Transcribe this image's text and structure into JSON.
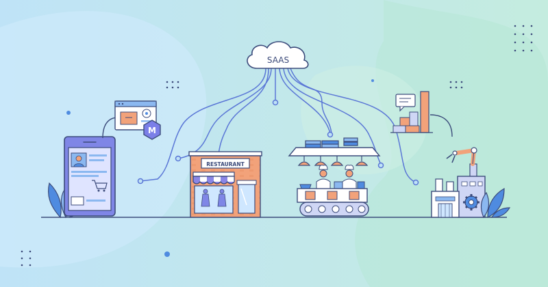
{
  "cloud": {
    "label": "SAAS"
  },
  "restaurant": {
    "sign": "RESTAURANT"
  },
  "badge": {
    "letter": "M"
  },
  "colors": {
    "background_left": "#bfe3f7",
    "background_right": "#bfeadb",
    "outline": "#3b4a7a",
    "connector": "#5a76d6",
    "brick": "#f2a27a",
    "brick_dark": "#e0845a",
    "tablet_body": "#7f86e6",
    "tablet_screen": "#dfe4ff",
    "badge": "#7b7fe8",
    "leaf": "#4f8be0",
    "leaf_light": "#8bb8f0",
    "awning": "#8a86e6",
    "factory": "#cfd6f5",
    "robot_arm": "#f2a27a",
    "gear": "#4f8be0"
  },
  "icons": [
    "cloud-icon",
    "tablet-icon",
    "web-window-icon",
    "magento-badge-icon",
    "restaurant-icon",
    "food-stall-icon",
    "factory-icon",
    "robot-arm-icon",
    "plant-icon"
  ]
}
